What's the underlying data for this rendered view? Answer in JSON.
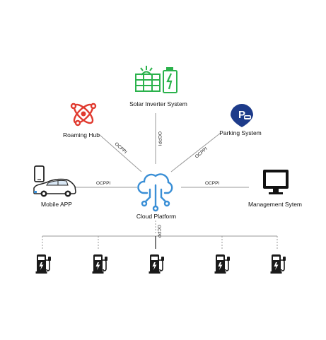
{
  "nodes": {
    "solar": {
      "label": "Solar Inverter System",
      "icon": "solar-panel-battery-icon",
      "color": "#2bb24c"
    },
    "roaming": {
      "label": "Roaming Hub",
      "icon": "roaming-atom-icon",
      "color": "#e03a2f"
    },
    "parking": {
      "label": "Parking System",
      "icon": "parking-pin-icon",
      "color": "#1d3b8a"
    },
    "mobile": {
      "label": "Mobile APP",
      "icon": "phone-car-icon",
      "color": "#333333"
    },
    "cloud": {
      "label": "Cloud Platform",
      "icon": "cloud-network-icon",
      "color": "#3a8fd6"
    },
    "management": {
      "label": "Management Sytem",
      "icon": "monitor-icon",
      "color": "#111111"
    },
    "chargers": {
      "icon": "ev-charger-icon",
      "color": "#1a1a1a",
      "count": 5
    }
  },
  "edges": {
    "solar": "OCPPI",
    "roaming": "OCPPI",
    "parking": "OCPPI",
    "mobile": "OCPPI",
    "management": "OCPPI",
    "chargers": "OCPP"
  }
}
